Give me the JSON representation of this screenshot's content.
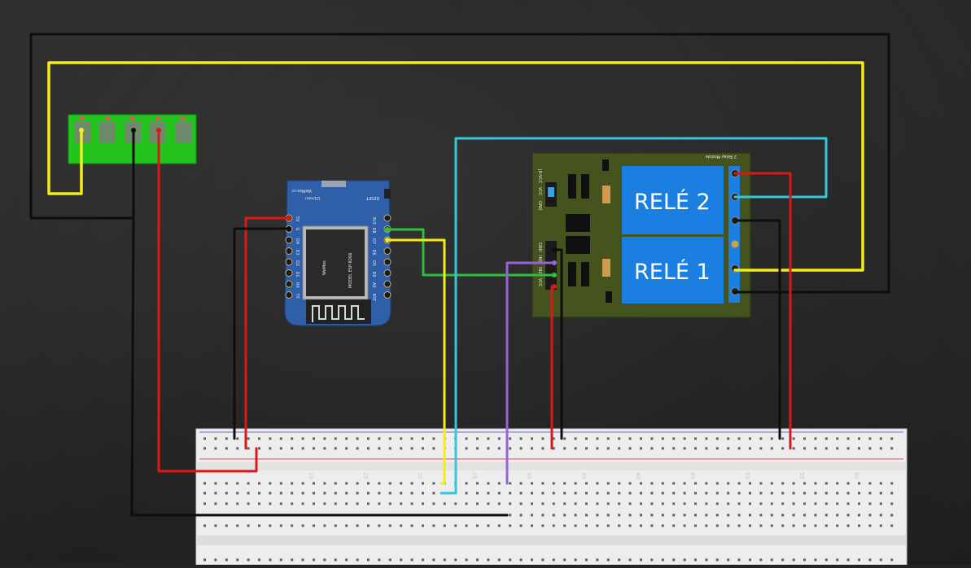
{
  "diagram": {
    "relay_module": {
      "title": "2 Relay Module",
      "relay_2_label": "RELÉ 2",
      "relay_1_label": "RELÉ 1",
      "pin_labels_top": [
        "JD-VCC",
        "VCC",
        "GND"
      ],
      "pin_labels_bottom": [
        "GND",
        "IN1",
        "IN2",
        "VCC"
      ]
    },
    "wemos": {
      "board_label": "D1mini",
      "brand": "WeMos.cc",
      "reset_label": "RESET",
      "chip_brand": "WeMos",
      "chip_model": "MODEL ESP-8266",
      "left_pins": [
        "5V",
        "G",
        "D4",
        "D3",
        "D2",
        "D1",
        "RX",
        "TX"
      ],
      "right_pins": [
        "3V3",
        "D8",
        "D7",
        "D6",
        "D5",
        "D0",
        "A0",
        "RST"
      ]
    },
    "breadboard": {
      "column_numbers": [
        "10",
        "15",
        "20",
        "25",
        "30",
        "35",
        "40",
        "45",
        "50",
        "55",
        "60"
      ]
    },
    "colors": {
      "yellow_wire": "#f4ec1e",
      "black_wire": "#0e0e0e",
      "red_wire": "#d91818",
      "cyan_wire": "#35c7d9",
      "green_wire": "#2fbf3a",
      "purple_wire": "#9a62d8",
      "relay_board": "#45541f",
      "relay_blue": "#1a7fe0",
      "terminal_green": "#22c41d",
      "wemos_blue": "#2f5fa8"
    }
  }
}
